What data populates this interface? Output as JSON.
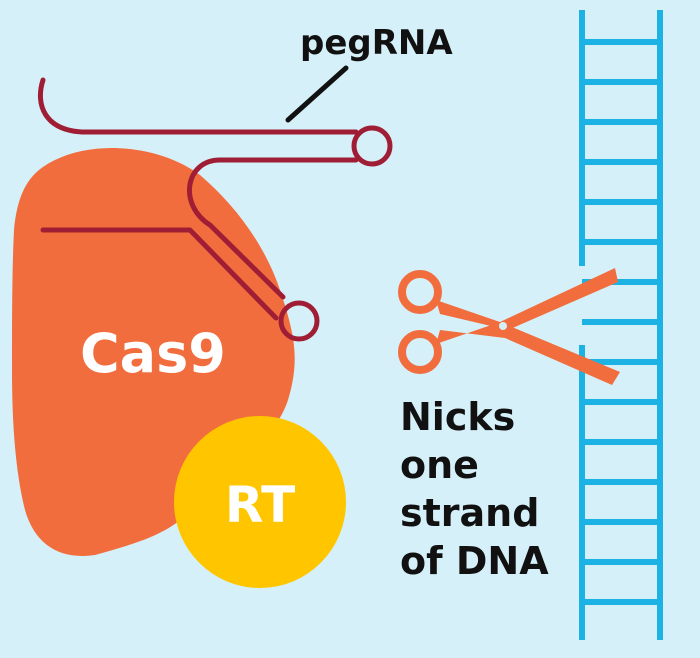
{
  "labels": {
    "pegrna": "pegRNA",
    "cas9": "Cas9",
    "rt": "RT",
    "nick_line1": "Nicks",
    "nick_line2": "one",
    "nick_line3": "strand",
    "nick_line4": "of DNA"
  },
  "colors": {
    "background": "#d5f0f8",
    "cas9": "#f26d3d",
    "rt": "#ffc600",
    "rna": "#a01e35",
    "scissors": "#f26d3d",
    "dna": "#1cb2e3",
    "text_dark": "#111111",
    "text_light": "#ffffff"
  },
  "icons": {
    "scissors": "scissors-icon",
    "dna": "dna-ladder-icon"
  }
}
